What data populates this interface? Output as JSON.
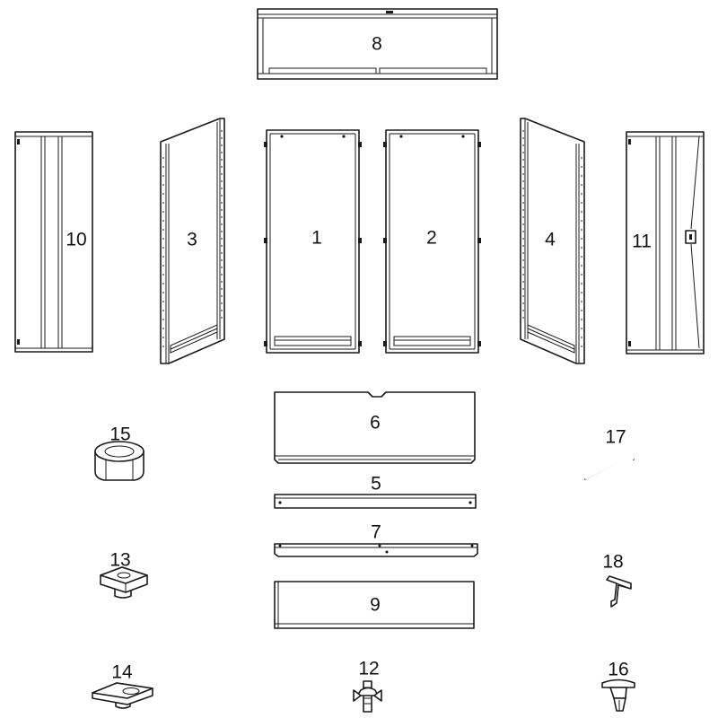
{
  "colors": {
    "line": "#1a1a1a",
    "background": "#ffffff"
  },
  "parts": {
    "p1": "1",
    "p2": "2",
    "p3": "3",
    "p4": "4",
    "p5": "5",
    "p6": "6",
    "p7": "7",
    "p8": "8",
    "p9": "9",
    "p10": "10",
    "p11": "11",
    "p12": "12",
    "p13": "13",
    "p14": "14",
    "p15": "15",
    "p16": "16",
    "p17": "17",
    "p18": "18"
  }
}
